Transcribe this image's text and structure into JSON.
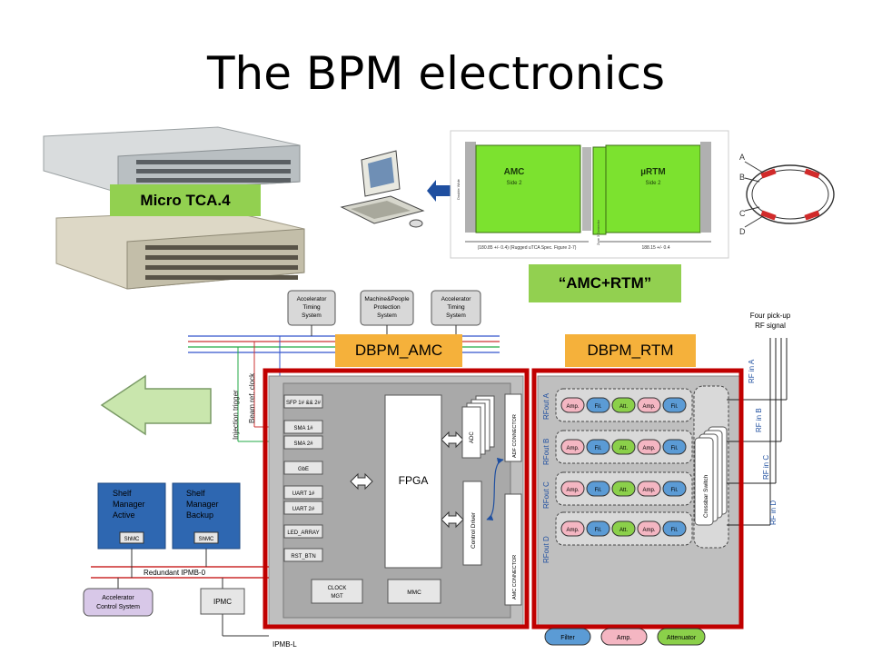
{
  "title": "The BPM electronics",
  "callouts": {
    "micro_tca": "Micro TCA.4",
    "amc_rtm": "“AMC+RTM”",
    "dbpm_amc": "DBPM_AMC",
    "dbpm_rtm": "DBPM_RTM"
  },
  "board_drawing": {
    "amc_label": "AMC",
    "amc_side": "Side 2",
    "rtm_label": "µRTM",
    "rtm_side": "Side 2",
    "amc_dim": "(180.85 +/- 0.4) (Rugged uTCA Spec. Figure 2-7)",
    "rtm_dim": "188.15 +/- 0.4",
    "left_edge": "Double Wide",
    "mid_edge": "Zone 3 Connector",
    "pickups": [
      "A",
      "B",
      "C",
      "D"
    ]
  },
  "top_systems": [
    {
      "lines": [
        "Accelerator",
        "Timing",
        "System"
      ]
    },
    {
      "lines": [
        "Machine&People",
        "Protection",
        "System"
      ]
    },
    {
      "lines": [
        "Accelerator",
        "Timing",
        "System"
      ]
    }
  ],
  "pickup_note": [
    "Four pick-up",
    "RF signal"
  ],
  "left_signals": {
    "injection": "Injection trigger",
    "beam_clock": "Beam ref. clock"
  },
  "amc_blocks": [
    "SFP 1# && 2#",
    "SMA 1#",
    "SMA 2#",
    "GbE",
    "UART 1#",
    "UART 2#",
    "LED_ARRAY",
    "RST_BTN"
  ],
  "fpga": "FPGA",
  "adc": "ADC",
  "control_driver": "Control Driver",
  "adf_connector": "ADF CONNECTOR",
  "amc_connector": "AMC CONNECTOR",
  "clock_mgt": [
    "CLOCK",
    "MGT"
  ],
  "mmc": "MMC",
  "rtm_chain": [
    "Amp.",
    "Fil.",
    "Att.",
    "Amp.",
    "Fil."
  ],
  "rf_out": [
    "RFout A",
    "RFout B",
    "RFout C",
    "RFout D"
  ],
  "rf_in": [
    "RF in A",
    "RF in B",
    "RF in C",
    "RF in D"
  ],
  "crossbar": "Crossbar Switch",
  "shelf_managers": [
    {
      "lines": [
        "Shelf",
        "Manager",
        "Active"
      ],
      "chip": "ShMC"
    },
    {
      "lines": [
        "Shelf",
        "Manager",
        "Backup"
      ],
      "chip": "ShMC"
    }
  ],
  "redundant_bus": "Redundant IPMB-0",
  "ipmb_l": "IPMB-L",
  "ipmc": "IPMC",
  "accel_control": [
    "Accelerator",
    "Control System"
  ],
  "legend": [
    "Filter",
    "Amp.",
    "Attenuator"
  ],
  "colors": {
    "green_callout": "#92d050",
    "orange_callout": "#f5b13b",
    "board_green": "#7ce22f",
    "red_frame": "#c00000",
    "shelf_blue": "#2e67b1",
    "filter_blue": "#5b9bd5",
    "amp_pink": "#f4b6c2",
    "att_green": "#8bd04a"
  }
}
